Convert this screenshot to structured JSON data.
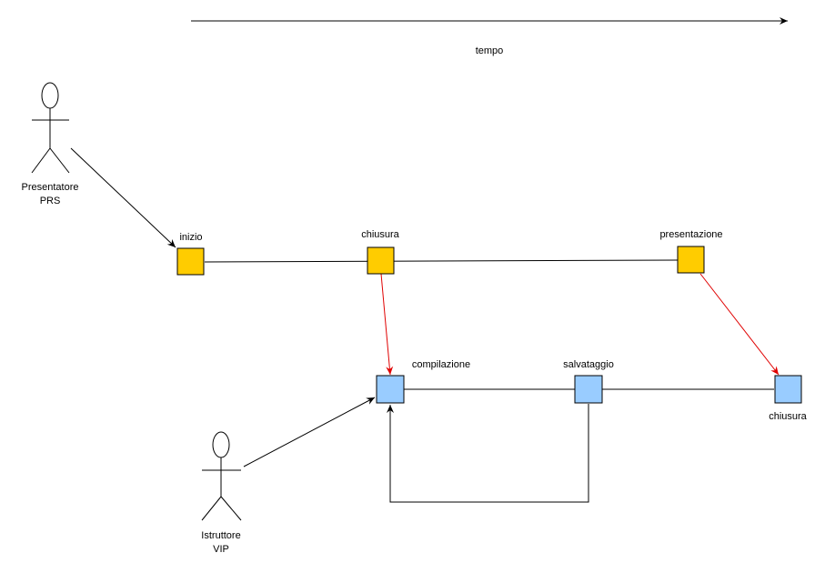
{
  "axis": {
    "label": "tempo"
  },
  "actors": {
    "presenter": {
      "line1": "Presentatore",
      "line2": "PRS"
    },
    "instructor": {
      "line1": "Istruttore",
      "line2": "VIP"
    }
  },
  "presenter_states": {
    "start": "inizio",
    "close": "chiusura",
    "submission": "presentazione"
  },
  "instructor_states": {
    "compile": "compilazione",
    "save": "salvataggio",
    "close": "chiusura"
  },
  "colors": {
    "presenter_state_fill": "#FFCC00",
    "instructor_state_fill": "#99CCFF",
    "trigger_arrow": "#E00000",
    "line": "#000000"
  }
}
